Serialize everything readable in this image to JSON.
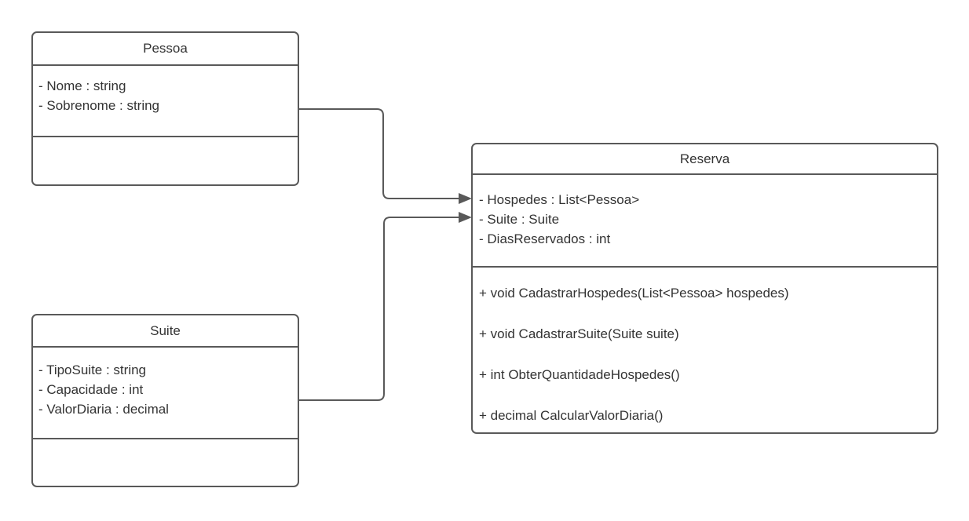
{
  "diagram": {
    "type": "uml-class-diagram",
    "colors": {
      "stroke": "#595959",
      "text": "#333333",
      "fill": "#ffffff",
      "background": "#ffffff"
    },
    "classes": [
      {
        "id": "pessoa",
        "title": "Pessoa",
        "attributes": [
          "- Nome : string",
          "- Sobrenome : string"
        ],
        "methods": []
      },
      {
        "id": "suite",
        "title": "Suite",
        "attributes": [
          "- TipoSuite : string",
          "- Capacidade : int",
          "- ValorDiaria : decimal"
        ],
        "methods": []
      },
      {
        "id": "reserva",
        "title": "Reserva",
        "attributes": [
          "- Hospedes : List<Pessoa>",
          "- Suite : Suite",
          "- DiasReservados : int"
        ],
        "methods": [
          "+ void CadastrarHospedes(List<Pessoa> hospedes)",
          "+ void CadastrarSuite(Suite suite)",
          "+ int ObterQuantidadeHospedes()",
          "+ decimal CalcularValorDiaria()"
        ]
      }
    ],
    "connectors": [
      {
        "from": "Pessoa",
        "to": "Reserva",
        "style": "directed-arrow"
      },
      {
        "from": "Suite",
        "to": "Reserva",
        "style": "directed-arrow"
      }
    ]
  }
}
